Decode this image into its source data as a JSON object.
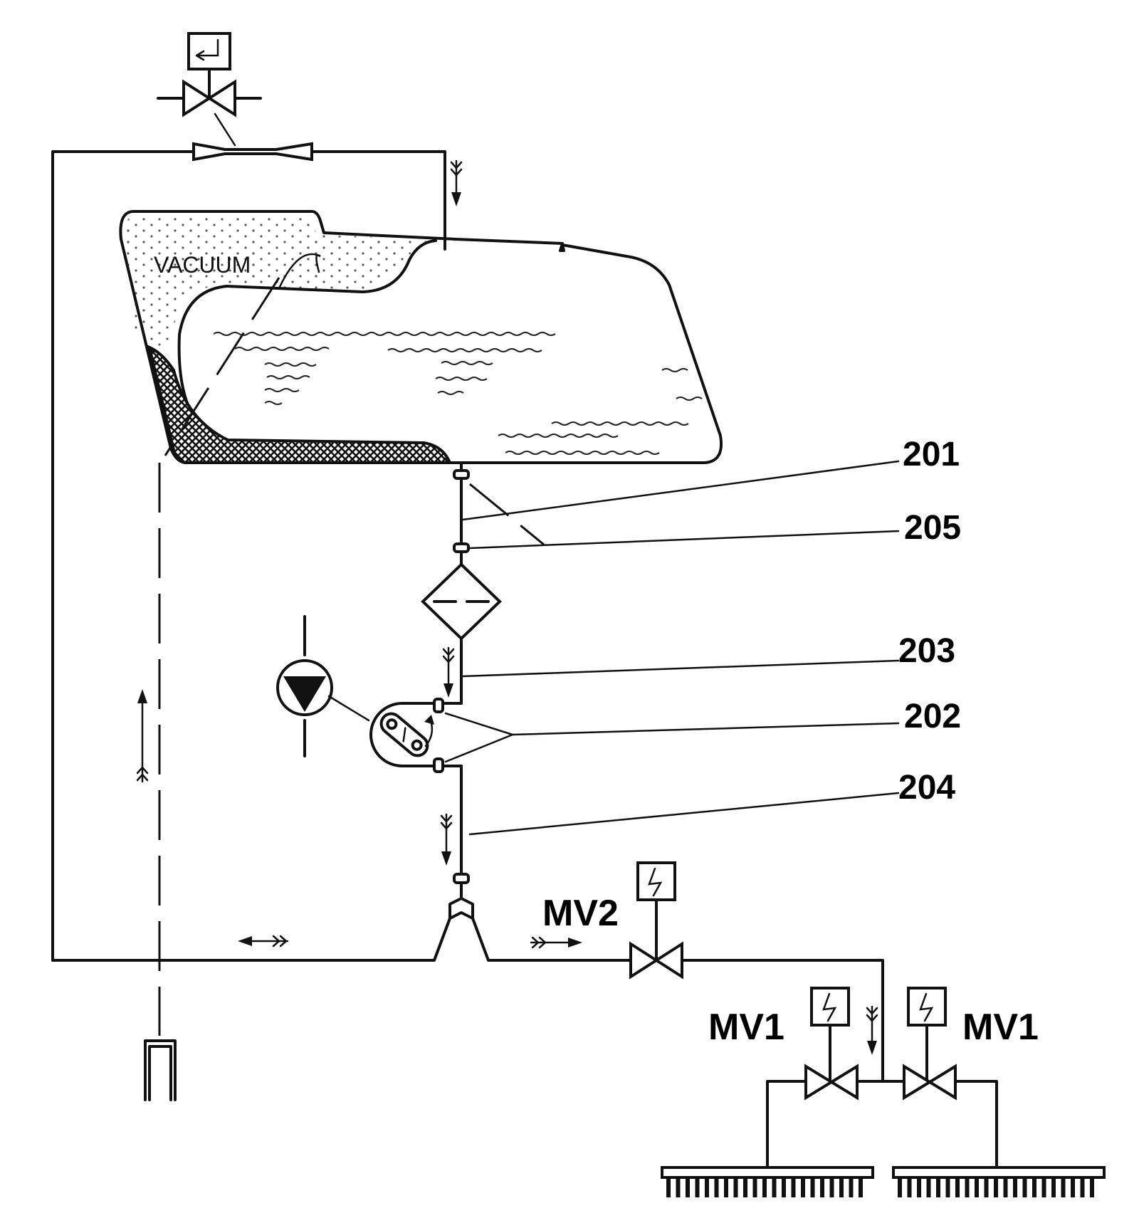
{
  "diagram": {
    "tank_label": "VACUUM",
    "references": {
      "r201": "201",
      "r205": "205",
      "r203": "203",
      "r202": "202",
      "r204": "204"
    },
    "valves": {
      "mv2": "MV2",
      "mv1_left": "MV1",
      "mv1_right": "MV1"
    }
  }
}
